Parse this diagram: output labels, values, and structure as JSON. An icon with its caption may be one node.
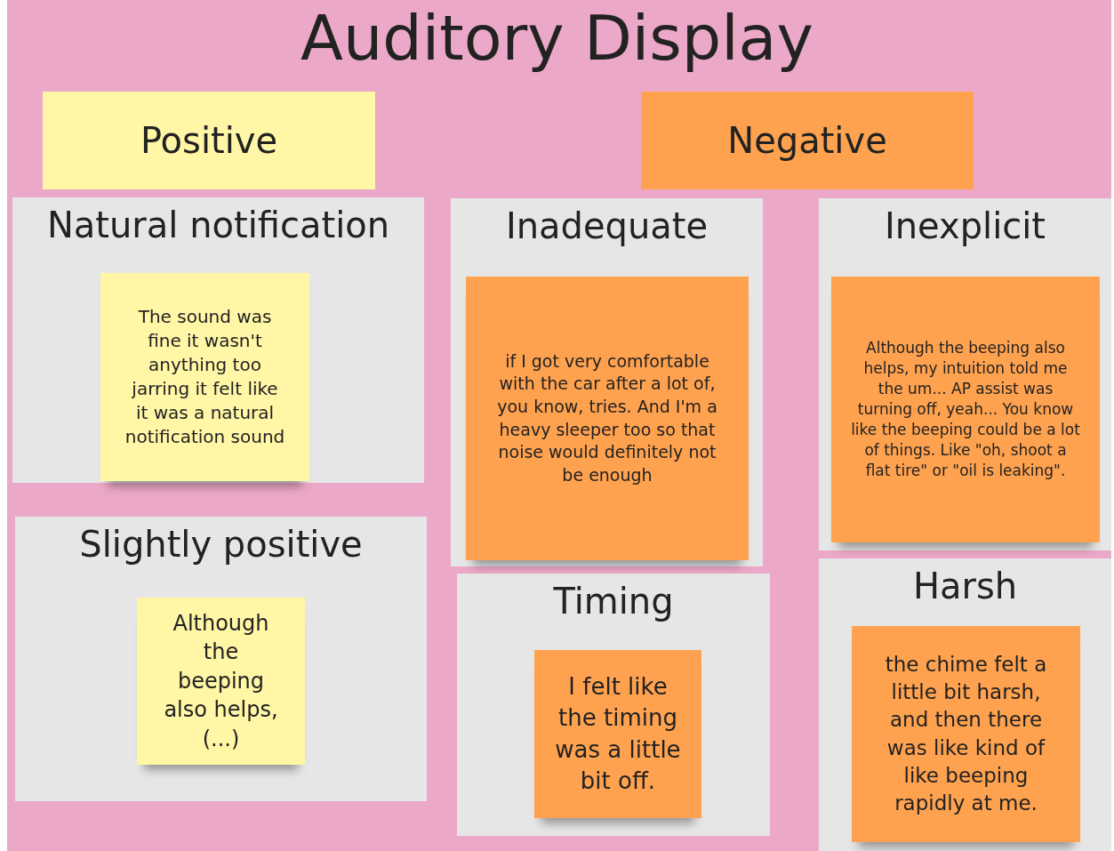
{
  "diagram": {
    "title": "Auditory Display",
    "nodes": [
      {
        "text": [
          "Positive"
        ]
      },
      {
        "text": [
          "Negative"
        ]
      },
      {
        "text": [
          "Natural notification"
        ]
      },
      {
        "text": [
          "The sound was fine it wasn't anything too jarring it felt like it was a natural notification sound"
        ],
        "in": 2
      },
      {
        "text": [
          "Slightly positive"
        ]
      },
      {
        "text": [
          "Although the beeping also helps, (...)"
        ],
        "in": 4
      },
      {
        "text": [
          "Inadequate"
        ]
      },
      {
        "text": [
          "if I got very comfortable with the car after a lot of, you know, tries. And I'm a heavy sleeper too so that noise would definitely not be enough"
        ],
        "in": 6
      },
      {
        "text": [
          "Inexplicit"
        ]
      },
      {
        "text": [
          "Although the beeping also helps, my intuition told me the um... AP assist was turning off, yeah... You know like the beeping could be a lot of things. Like \"oh, shoot a flat tire\" or \"oil is leaking\"."
        ],
        "in": 8
      },
      {
        "text": [
          "Timing"
        ]
      },
      {
        "text": [
          "I felt like the timing was a little bit off."
        ],
        "in": 10
      },
      {
        "text": [
          "Harsh"
        ]
      },
      {
        "text": [
          "the chime felt a little bit harsh, and then there was like kind of like beeping rapidly at me."
        ],
        "in": 12
      }
    ],
    "edges": []
  }
}
